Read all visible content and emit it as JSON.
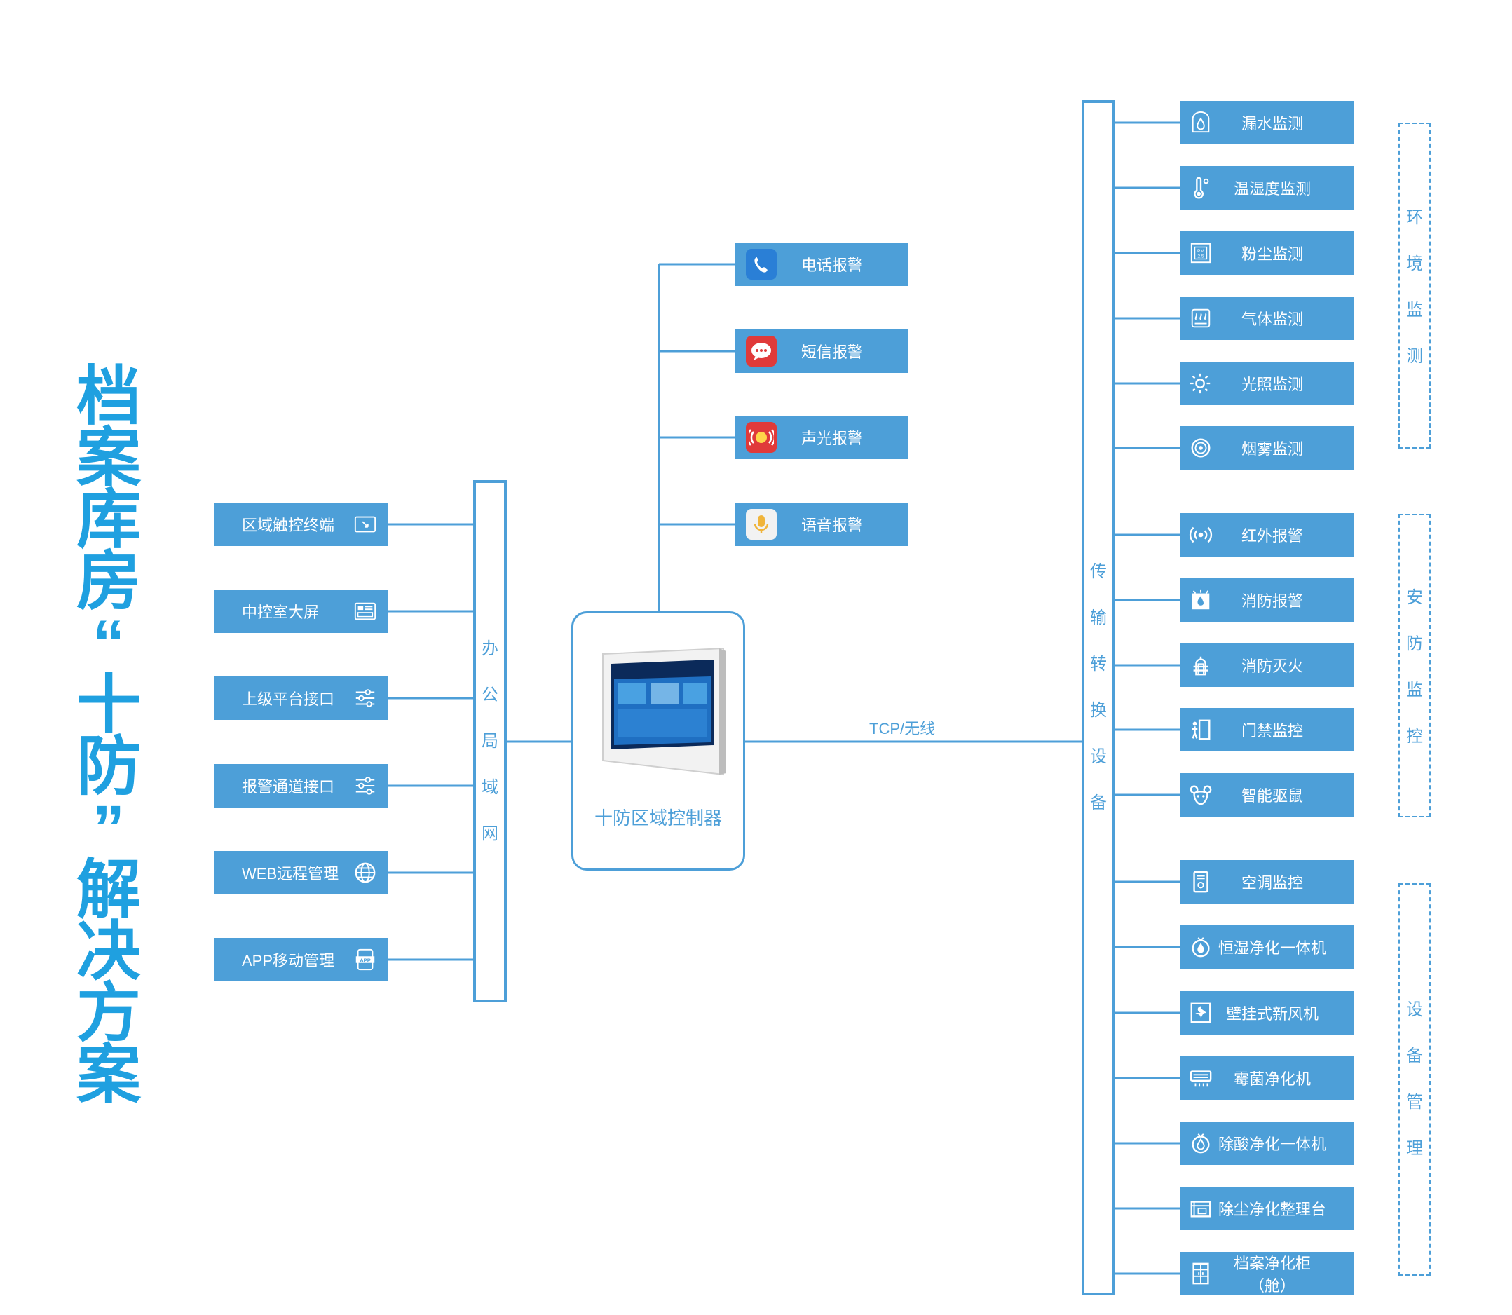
{
  "title_chars": [
    "档",
    "案",
    "库",
    "房",
    "“",
    "十",
    "防",
    "”",
    "解",
    "决",
    "方",
    "案"
  ],
  "left_items": [
    {
      "label": "区域触控终端",
      "icon": "touch-tablet-icon"
    },
    {
      "label": "中控室大屏",
      "icon": "screen-dashboard-icon"
    },
    {
      "label": "上级平台接口",
      "icon": "sliders-icon"
    },
    {
      "label": "报警通道接口",
      "icon": "sliders-icon"
    },
    {
      "label": "WEB远程管理",
      "icon": "globe-icon"
    },
    {
      "label": "APP移动管理",
      "icon": "app-phone-icon"
    }
  ],
  "office_lan_chars": [
    "办",
    "公",
    "局",
    "域",
    "网"
  ],
  "controller_label": "十防区域控制器",
  "alarm_items": [
    {
      "label": "电话报警",
      "icon": "phone-icon",
      "color": "#2a7fd6"
    },
    {
      "label": "短信报警",
      "icon": "message-icon",
      "color": "#e03a3a"
    },
    {
      "label": "声光报警",
      "icon": "siren-icon",
      "color": "#e03a3a"
    },
    {
      "label": "语音报警",
      "icon": "microphone-icon",
      "color": "#f2f2f2"
    }
  ],
  "link_label": "TCP/无线",
  "transport_chars": [
    "传",
    "输",
    "转",
    "换",
    "设",
    "备"
  ],
  "groups": [
    {
      "name_chars": [
        "环",
        "境",
        "监",
        "测"
      ],
      "items": [
        {
          "label": "漏水监测",
          "icon": "water-leak-icon"
        },
        {
          "label": "温湿度监测",
          "icon": "thermometer-icon"
        },
        {
          "label": "粉尘监测",
          "icon": "pm25-icon"
        },
        {
          "label": "气体监测",
          "icon": "gas-icon"
        },
        {
          "label": "光照监测",
          "icon": "sun-icon"
        },
        {
          "label": "烟雾监测",
          "icon": "smoke-detector-icon"
        }
      ]
    },
    {
      "name_chars": [
        "安",
        "防",
        "监",
        "控"
      ],
      "items": [
        {
          "label": "红外报警",
          "icon": "infrared-icon"
        },
        {
          "label": "消防报警",
          "icon": "fire-alarm-icon"
        },
        {
          "label": "消防灭火",
          "icon": "hydrant-icon"
        },
        {
          "label": "门禁监控",
          "icon": "door-access-icon"
        },
        {
          "label": "智能驱鼠",
          "icon": "mouse-icon"
        }
      ]
    },
    {
      "name_chars": [
        "设",
        "备",
        "管",
        "理"
      ],
      "items": [
        {
          "label": "空调监控",
          "icon": "air-conditioner-icon"
        },
        {
          "label": "恒湿净化一体机",
          "icon": "humidifier-icon"
        },
        {
          "label": "壁挂式新风机",
          "icon": "fan-icon"
        },
        {
          "label": "霉菌净化机",
          "icon": "purifier-icon"
        },
        {
          "label": "除酸净化一体机",
          "icon": "deacid-icon"
        },
        {
          "label": "除尘净化整理台",
          "icon": "workbench-icon"
        },
        {
          "label": "档案净化柜（舱）",
          "icon": "cabinet-icon"
        }
      ]
    }
  ],
  "colors": {
    "accent": "#4d9fd8",
    "title": "#1fa0e0"
  }
}
